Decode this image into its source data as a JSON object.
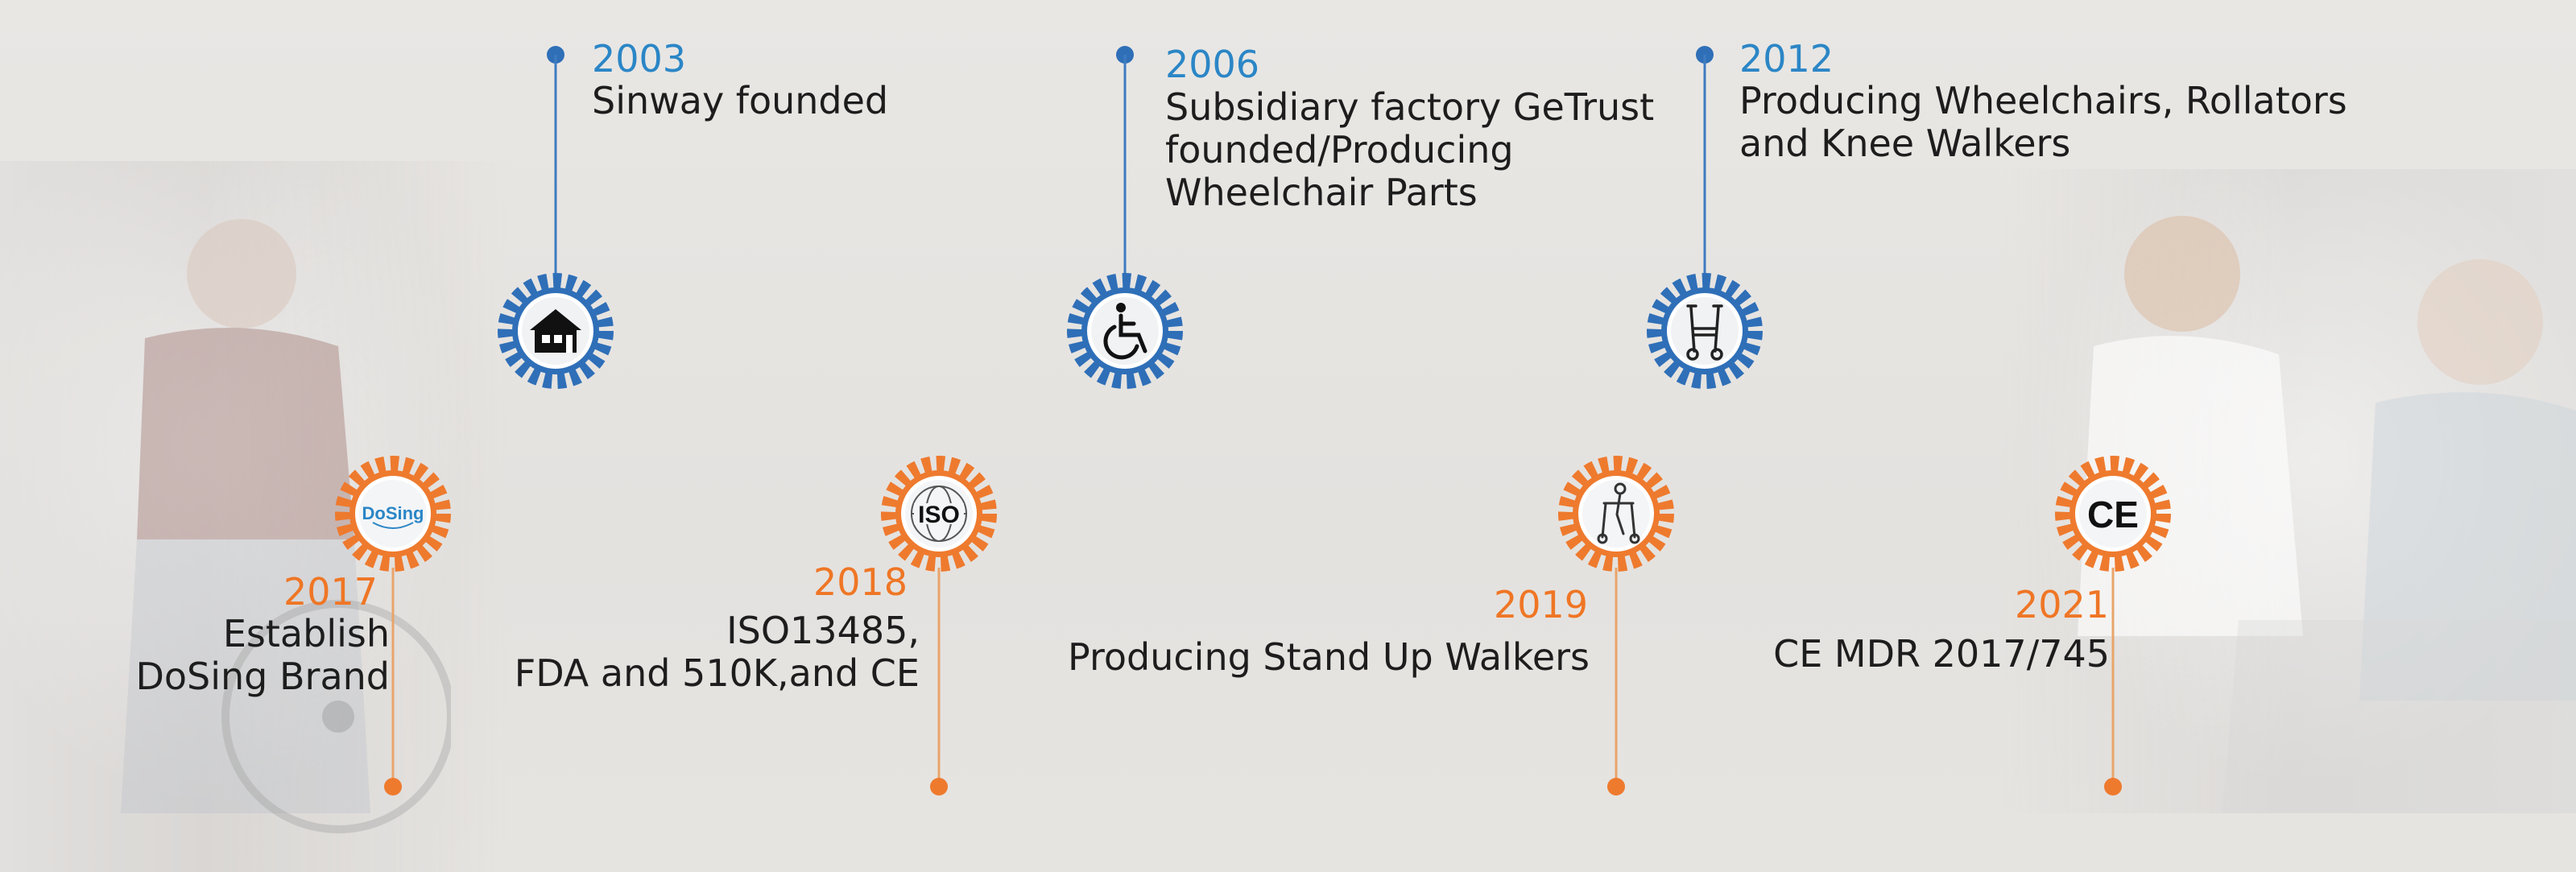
{
  "colors": {
    "blue": "#2f6fb8",
    "blue_text": "#2b86c6",
    "orange": "#ee7a2e",
    "orange_text": "#ef7625",
    "text": "#1d1d1d"
  },
  "milestones": [
    {
      "year": "2003",
      "lines": [
        "Sinway founded"
      ],
      "icon": "house-icon"
    },
    {
      "year": "2006",
      "lines": [
        "Subsidiary factory GeTrust",
        "founded/Producing",
        "Wheelchair Parts"
      ],
      "icon": "wheelchair-icon"
    },
    {
      "year": "2012",
      "lines": [
        "Producing Wheelchairs, Rollators",
        "and Knee Walkers"
      ],
      "icon": "rollator-icon"
    },
    {
      "year": "2017",
      "lines": [
        "Establish",
        "DoSing Brand"
      ],
      "icon": "dosing-logo-icon",
      "logo_text": "DoSing"
    },
    {
      "year": "2018",
      "lines": [
        "ISO13485,",
        "FDA and 510K,and CE"
      ],
      "icon": "iso-icon",
      "logo_text": "ISO"
    },
    {
      "year": "2019",
      "lines": [
        "Producing Stand Up Walkers"
      ],
      "icon": "stand-up-walker-icon"
    },
    {
      "year": "2021",
      "lines": [
        "CE MDR 2017/745"
      ],
      "icon": "ce-mark-icon",
      "logo_text": "CE"
    }
  ]
}
